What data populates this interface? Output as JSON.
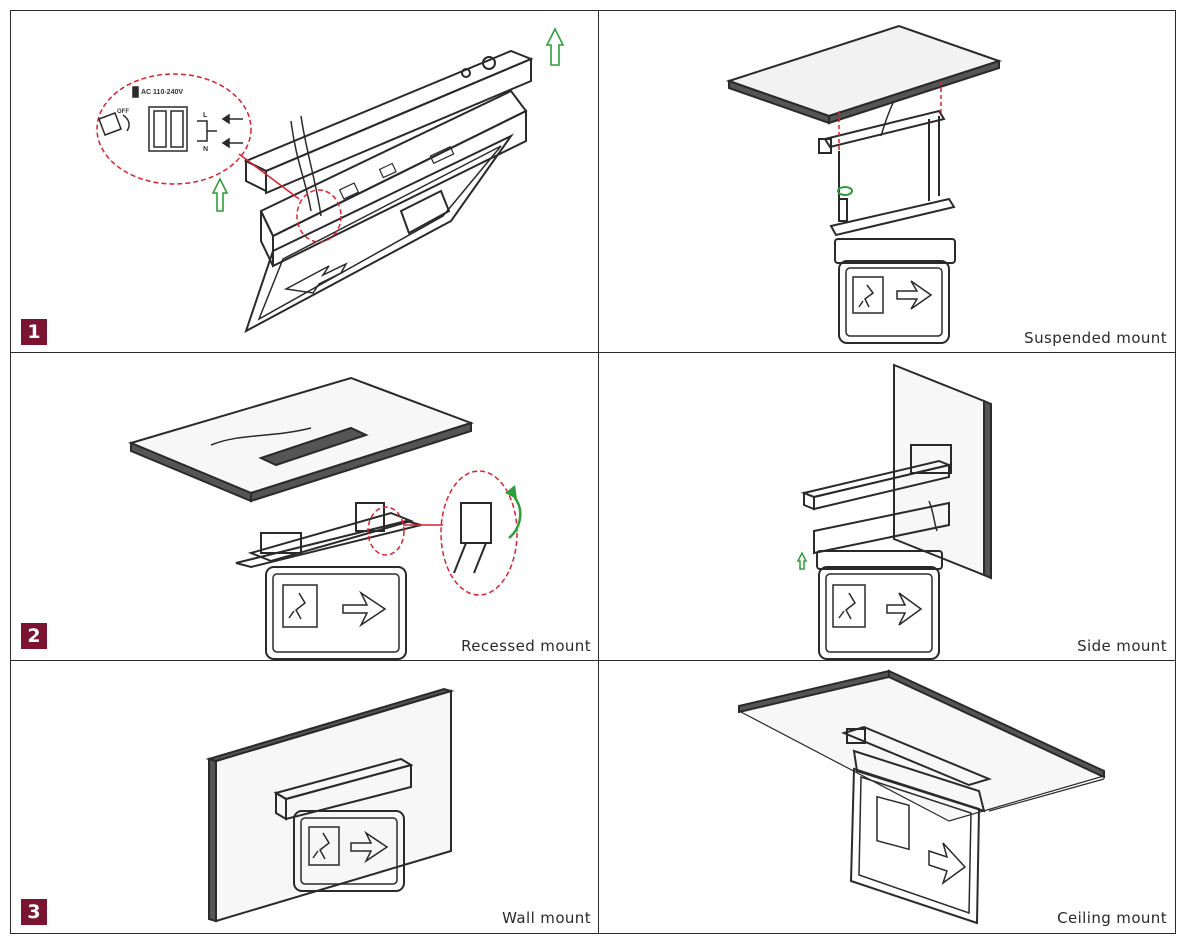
{
  "panels": [
    {
      "id": "install",
      "badge": "1",
      "caption": ""
    },
    {
      "id": "suspended",
      "badge": "",
      "caption": "Suspended mount"
    },
    {
      "id": "recessed",
      "badge": "2",
      "caption": "Recessed mount"
    },
    {
      "id": "side",
      "badge": "",
      "caption": "Side mount"
    },
    {
      "id": "wall",
      "badge": "3",
      "caption": "Wall mount"
    },
    {
      "id": "ceiling",
      "badge": "",
      "caption": "Ceiling mount"
    }
  ],
  "wiring": {
    "voltage": "AC 110-240V",
    "live": "L",
    "neutral": "N",
    "switch": "OFF"
  },
  "colors": {
    "badge": "#7a1430",
    "accent_red": "#d9232e",
    "accent_green": "#2e9e3a",
    "line": "#2a2a2a"
  }
}
